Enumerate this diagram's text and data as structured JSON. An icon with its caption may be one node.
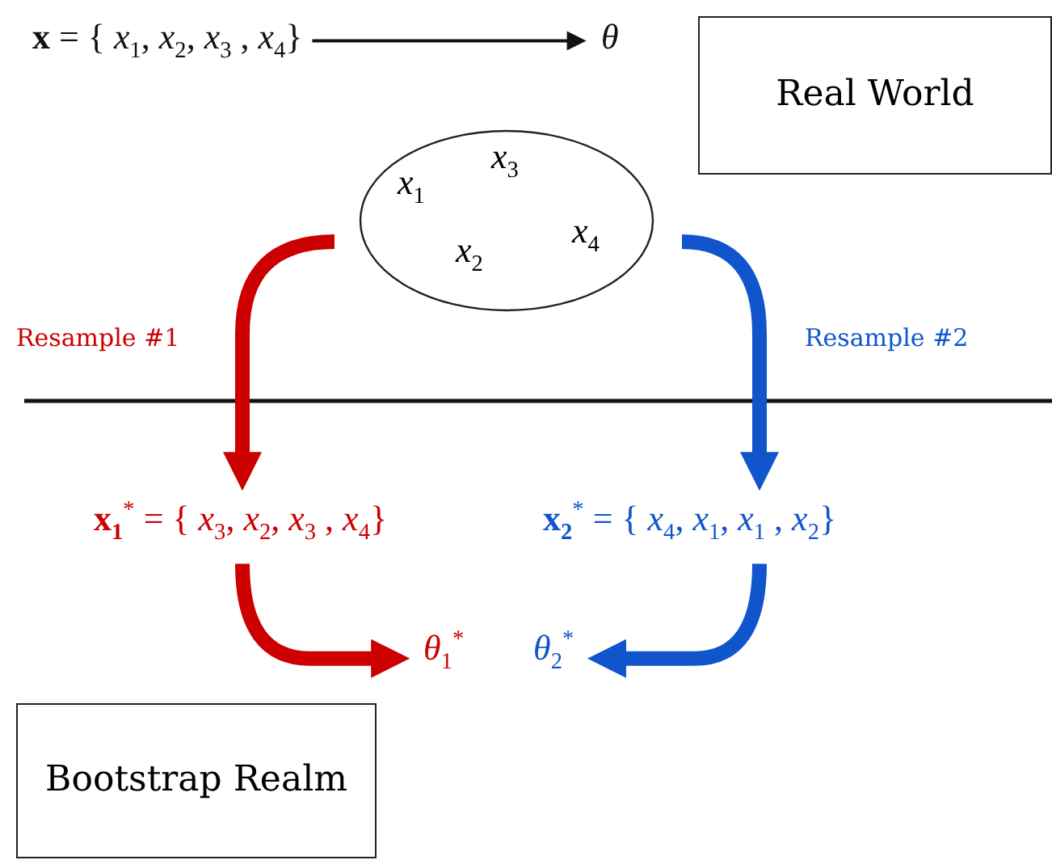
{
  "diagram": {
    "nodes": [
      {
        "text": [
          "**x** = { *x*$_{1}$, *x*$_{2}$, *x*$_{3}$ , *x*$_{4}$}"
        ]
      },
      {
        "text": [
          "*θ*"
        ]
      },
      {
        "text": [
          "Real World"
        ]
      },
      {
        "text": [
          "*x*$_{1}$",
          "*x*$_{3}$",
          "*x*$_{2}$",
          "*x*$_{4}$"
        ]
      },
      {
        "text": [
          "**x$_{1}$**$^{*}$ = { *x*$_{3}$, *x*$_{2}$, *x*$_{3}$ , *x*$_{4}$}"
        ]
      },
      {
        "text": [
          "**x$_{2}$**$^{*}$ = { *x*$_{4}$, *x*$_{1}$, *x*$_{1}$ , *x*$_{2}$}"
        ]
      },
      {
        "text": [
          "*θ*$_{1}$$^{*}$"
        ]
      },
      {
        "text": [
          "*θ*$_{2}$$^{*}$"
        ]
      },
      {
        "text": [
          "Bootstrap Realm"
        ]
      }
    ],
    "edges": [
      {
        "from": 0,
        "to": 1,
        "arrow": "to",
        "color": "#111111"
      },
      {
        "from": 3,
        "to": 4,
        "arrow": "to",
        "label": "Resample #1",
        "color": "#cc0000"
      },
      {
        "from": 3,
        "to": 5,
        "arrow": "to",
        "label": "Resample #2",
        "color": "#1155cc"
      },
      {
        "from": 4,
        "to": 6,
        "arrow": "to",
        "color": "#cc0000"
      },
      {
        "from": 5,
        "to": 7,
        "arrow": "to",
        "color": "#1155cc"
      }
    ]
  }
}
